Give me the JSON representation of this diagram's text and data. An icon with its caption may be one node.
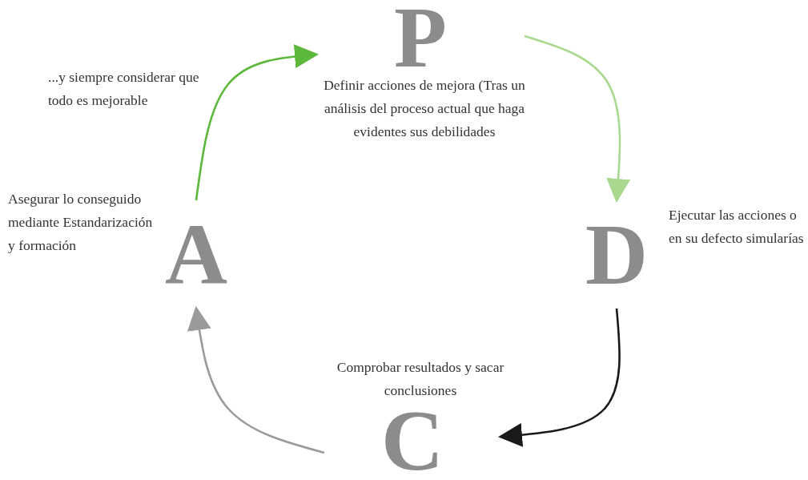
{
  "diagram": {
    "nodes": [
      {
        "text": [
          "P"
        ],
        "beside": [
          "Definir acciones de mejora (Tras un análisis del proceso actual que haga evidentes sus debilidades"
        ]
      },
      {
        "text": [
          "D"
        ],
        "beside": [
          "Ejecutar las acciones o en su defecto simularías"
        ]
      },
      {
        "text": [
          "C"
        ],
        "beside": [
          "Comprobar resultados y sacar conclusiones"
        ]
      },
      {
        "text": [
          "A"
        ],
        "beside": [
          "Asegurar lo conseguido mediante Estandarización y formación"
        ]
      }
    ],
    "edges": [
      {
        "from": 0,
        "to": 1,
        "arrow": "to",
        "color": "#a9d98f"
      },
      {
        "from": 1,
        "to": 2,
        "arrow": "to",
        "color": "#1a1a1a"
      },
      {
        "from": 2,
        "to": 3,
        "arrow": "to",
        "color": "#9a9a9a"
      },
      {
        "from": 3,
        "to": 0,
        "arrow": "to",
        "color": "#5cb83c"
      }
    ],
    "labels": [
      "...y siempre considerar que todo es mejorable"
    ]
  }
}
